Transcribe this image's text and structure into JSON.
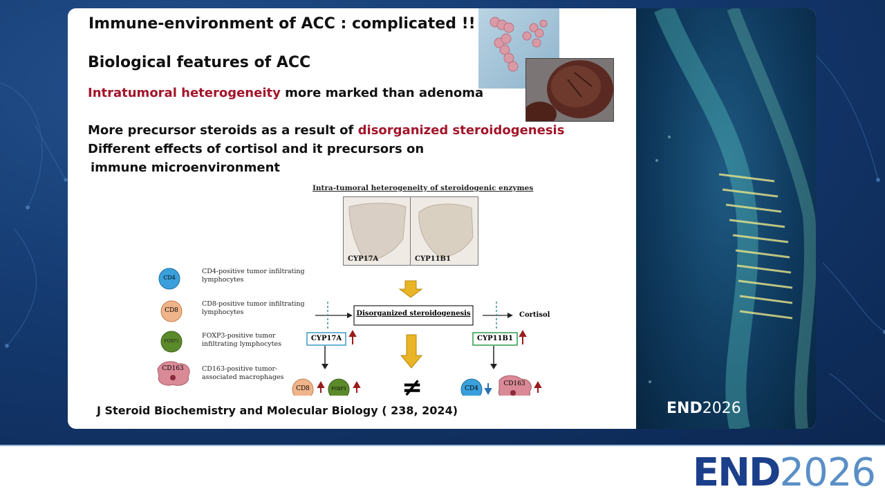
{
  "slide": {
    "title": "Immune-environment of ACC : complicated !!",
    "subtitle": "Biological features of ACC",
    "line1_highlight": "Intratumoral heterogeneity",
    "line1_rest": " more marked than adenoma",
    "line2_start": "More precursor steroids as a result of ",
    "line2_highlight": "disorganized steroidogenesis",
    "line3": "Different effects of cortisol and it precursors on",
    "line4": "immune microenvironment",
    "citation": "J Steroid Biochemistry and Molecular Biology  ( 238, 2024)"
  },
  "figure": {
    "title": "Intra-tumoral heterogeneity of steroidogenic enzymes",
    "tissue_left_label": "CYP17A",
    "tissue_right_label": "CYP11B1",
    "center_box": "Disorganized steroidogenesis",
    "output_label": "Cortisol",
    "left_enzyme": "CYP17A",
    "right_enzyme": "CYP11B1",
    "legend": [
      {
        "badge": "CD4",
        "text": "CD4-positive tumor infiltrating lymphocytes"
      },
      {
        "badge": "CD8",
        "text": "CD8-positive tumor infiltrating lymphocytes"
      },
      {
        "badge": "FOXP3",
        "text": "FOXP3-positive tumor infiltrating lymphocytes"
      },
      {
        "badge": "CD163",
        "text": "CD163-positive tumor-associated macrophages"
      }
    ],
    "bottom_left_badges": [
      "CD8",
      "FOXP3"
    ],
    "bottom_right_badges": [
      "CD4",
      "CD163"
    ],
    "not_equal_symbol": "≠"
  },
  "branding": {
    "panel_logo_bold": "END",
    "panel_logo_year": "2026",
    "footer_logo_bold": "END",
    "footer_logo_year": "2026"
  },
  "colors": {
    "highlight_red": "#a3142a",
    "brand_navy": "#1b3f8a",
    "brand_light": "#5a8fc6",
    "cd4_blue": "#3aa0dc",
    "cd8_peach": "#f0b48a",
    "foxp3_green": "#5b8a2a",
    "cd163_pink": "#d98a96",
    "arrow_gold": "#e9b425"
  }
}
